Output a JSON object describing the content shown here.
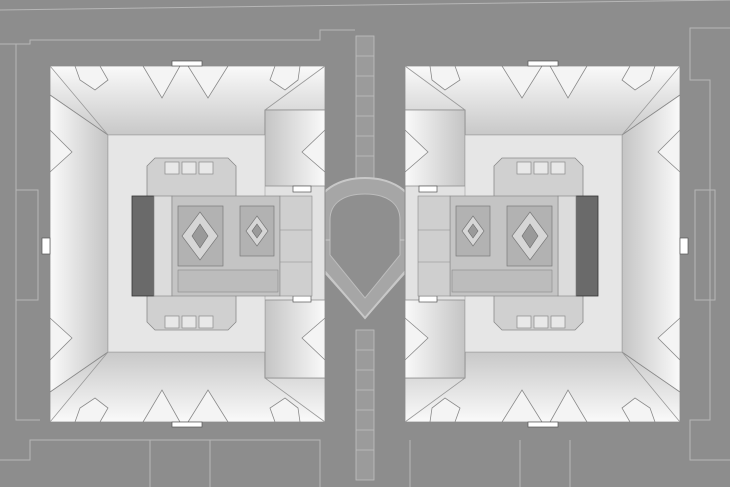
{
  "diagram": {
    "type": "architectural-roof-plan",
    "symmetry": "mirrored-left-right",
    "buildings": [
      {
        "id": "west-building",
        "courtyard_tiles": 3
      },
      {
        "id": "east-building",
        "courtyard_tiles": 3
      }
    ],
    "central_plaza": {
      "shape": "shield",
      "path_segments": 4
    },
    "colors": {
      "ground": "#8d8d8d",
      "outline": "#b6b6b6",
      "roof_light": "#f7f7f7",
      "roof_mid": "#d9d9d9",
      "roof_dark": "#9a9a9a",
      "court_floor": "#d6d6d6",
      "walkway": "#c9c9c9",
      "tile": "#a8a8a8",
      "dark_block": "#555555"
    }
  }
}
